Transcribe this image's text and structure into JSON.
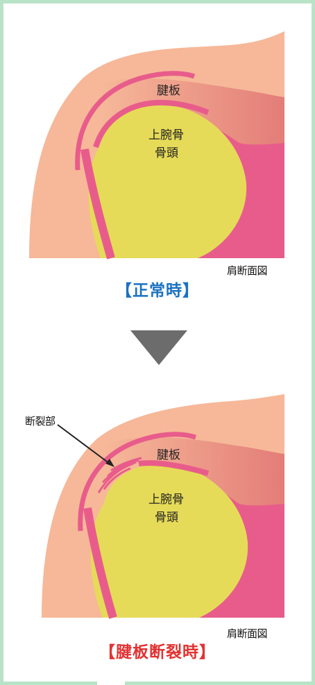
{
  "normal_panel": {
    "tendon_label": "腱板",
    "head_label_line1": "上腕骨",
    "head_label_line2": "骨頭",
    "view_label": "肩断面図",
    "caption": "【正常時】"
  },
  "torn_panel": {
    "tear_label": "断裂部",
    "tendon_label": "腱板",
    "head_label_line1": "上腕骨",
    "head_label_line2": "骨頭",
    "view_label": "肩断面図",
    "caption": "【腱板断裂時】"
  },
  "colors": {
    "skin": "#f6b899",
    "muscle": "#e85c8b",
    "bone_head": "#e6db58",
    "tendon_gradient_end": "#e37d78",
    "frame": "#b9e3c6",
    "caption_normal": "#1a72c0",
    "caption_torn": "#e23232",
    "arrow": "#6c6c6c"
  }
}
